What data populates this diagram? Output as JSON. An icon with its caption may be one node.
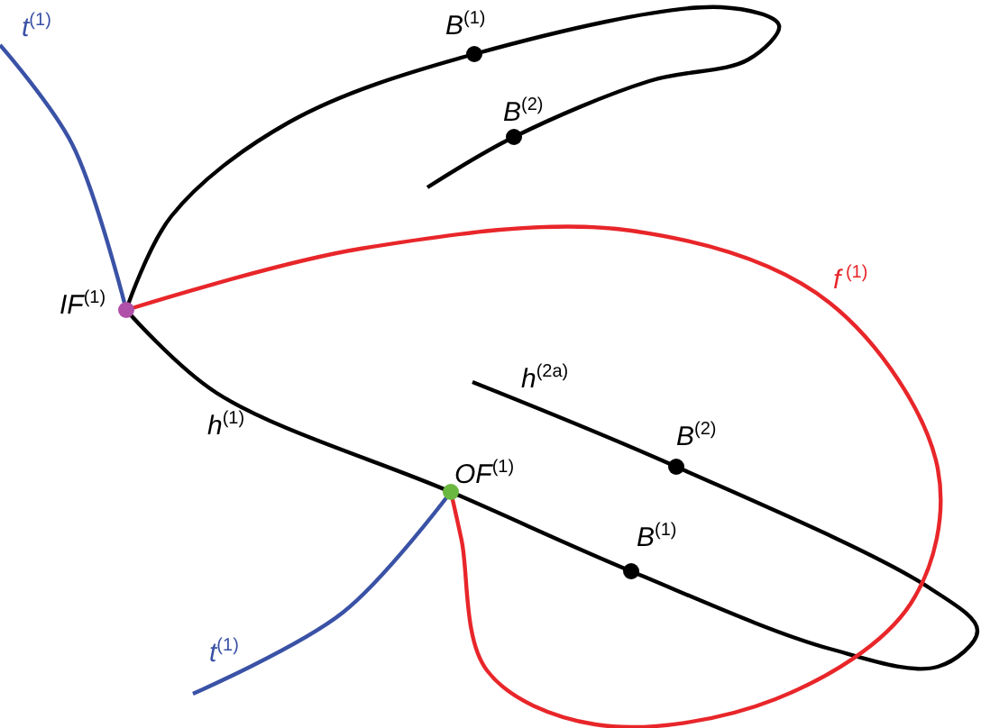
{
  "diagram": {
    "labels": [
      "*t*$^{(1)}$",
      "*B*$^{(1)}$",
      "*B*$^{(2)}$",
      "*IF*$^{(1)}$",
      "*f*$^{ (1)}$",
      "*h*$^{(2a)}$",
      "*h*$^{(1)}$",
      "*B*$^{(2)}$",
      "*OF*$^{(1)}$",
      "*B*$^{(1)}$",
      "*t*$^{(1)}$"
    ]
  }
}
